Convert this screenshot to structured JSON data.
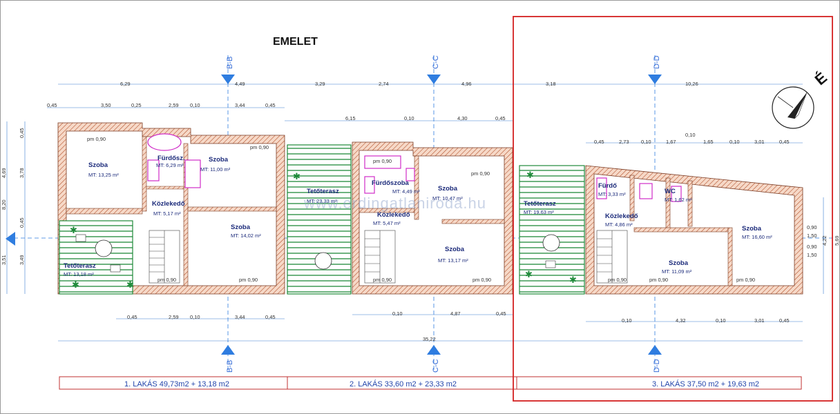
{
  "title": "EMELET",
  "watermark": "www.erdingatlaniroda.hu",
  "compass_label": "É",
  "sections": {
    "bb_top": "B-B",
    "bb_bottom": "B-B",
    "cc_top": "C-C",
    "cc_bottom": "C-C",
    "dd_top": "D-D",
    "dd_bottom": "D-D"
  },
  "dims": {
    "top1": [
      "6,29",
      "4,49",
      "3,29",
      "2,74",
      "4,96",
      "3,18",
      "10,26"
    ],
    "top2": [
      "0,45",
      "3,50",
      "0,25",
      "2,59",
      "0,10",
      "3,44",
      "0,45"
    ],
    "top3": [
      "6,15",
      "0,10",
      "4,30",
      "0,45"
    ],
    "top4": [
      "0,45",
      "2,73",
      "0,10",
      "1,67",
      "0,10",
      "1,65",
      "0,10",
      "3,01",
      "0,45"
    ],
    "bot1": [
      "0,45",
      "2,59",
      "0,10",
      "3,44",
      "0,45"
    ],
    "bot2": [
      "0,10",
      "4,87",
      "0,45"
    ],
    "bot3": [
      "0,10",
      "4,32",
      "0,10",
      "3,01",
      "0,45"
    ],
    "overall": "35,22",
    "left": [
      "4,69",
      "3,78",
      "0,45",
      "8,20",
      "3,51",
      "3,49",
      "0,45"
    ],
    "right": [
      "0,90",
      "1,50",
      "0,90",
      "1,50",
      "4,22",
      "5,69"
    ]
  },
  "rooms": [
    {
      "name": "Szoba",
      "area": "MT: 13,25 m²"
    },
    {
      "name": "Fürdősz.",
      "area": "MT: 6,29 m²"
    },
    {
      "name": "Szoba",
      "area": "MT: 11,00 m²"
    },
    {
      "name": "Közlekedő",
      "area": "MT: 5,17 m²"
    },
    {
      "name": "Szoba",
      "area": "MT: 14,02 m²"
    },
    {
      "name": "Tetőterasz",
      "area": "MT: 13,18 m²"
    },
    {
      "name": "Tetőterasz",
      "area": "MT: 23,33 m²"
    },
    {
      "name": "Fürdőszoba",
      "area": "MT: 4,49 m²"
    },
    {
      "name": "Közlekedő",
      "area": "MT: 5,47 m²"
    },
    {
      "name": "Szoba",
      "area": "MT: 10,47 m²"
    },
    {
      "name": "Szoba",
      "area": "MT: 13,17 m²"
    },
    {
      "name": "Tetőterasz",
      "area": "MT: 19,63 m²"
    },
    {
      "name": "Fürdő",
      "area": "MT: 3,33 m²"
    },
    {
      "name": "WC",
      "area": "MT: 1,62 m²"
    },
    {
      "name": "Közlekedő",
      "area": "MT: 4,86 m²"
    },
    {
      "name": "Szoba",
      "area": "MT: 16,60 m²"
    },
    {
      "name": "Szoba",
      "area": "MT: 11,09 m²"
    }
  ],
  "pm_label": "pm 0,90",
  "apartments": [
    "1. LAKÁS  49,73m2 + 13,18 m2",
    "2. LAKÁS  33,60 m2 + 23,33 m2",
    "3. LAKÁS  37,50 m2 + 19,63 m2"
  ],
  "colors": {
    "wall_hatch": "#b5542e",
    "terrace": "#1f8a3a",
    "dimension": "#3a3a3a",
    "section_marker": "#2f7de0",
    "room_text": "#1b2a7a",
    "highlight_box": "#d42020",
    "fixtures": "#d02cc8"
  }
}
